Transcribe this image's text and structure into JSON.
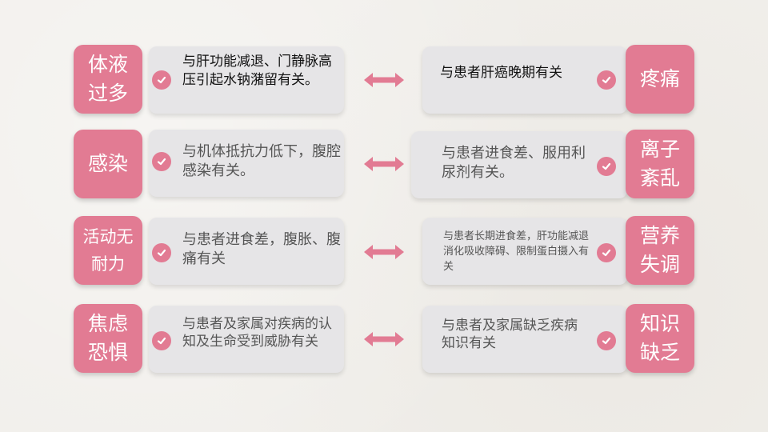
{
  "rows": [
    {
      "left": {
        "tag": "体液过多",
        "text": "与肝功能减退、门静脉高压引起水钠潴留有关。"
      },
      "right": {
        "tag": "疼痛",
        "text": "与患者肝癌晚期有关"
      }
    },
    {
      "left": {
        "tag": "感染",
        "text": "与机体抵抗力低下，腹腔感染有关。"
      },
      "right": {
        "tag": "离子紊乱",
        "text": "与患者进食差、服用利尿剂有关。"
      }
    },
    {
      "left": {
        "tag": "活动无耐力",
        "text": "与患者进食差，腹胀、腹痛有关"
      },
      "right": {
        "tag": "营养失调",
        "text": "与患者长期进食差，肝功能减退消化吸收障碍、限制蛋白摄入有关"
      }
    },
    {
      "left": {
        "tag": "焦虑恐惧",
        "text": "与患者及家属对疾病的认知及生命受到威胁有关"
      },
      "right": {
        "tag": "知识缺乏",
        "text": "与患者及家属缺乏疾病知识有关"
      }
    }
  ],
  "colors": {
    "accent": "#e27b93",
    "box": "#e6e5e7",
    "background": "#f1efeb"
  },
  "icons": {
    "check": "check-circle-icon",
    "arrow": "double-arrow-icon"
  }
}
